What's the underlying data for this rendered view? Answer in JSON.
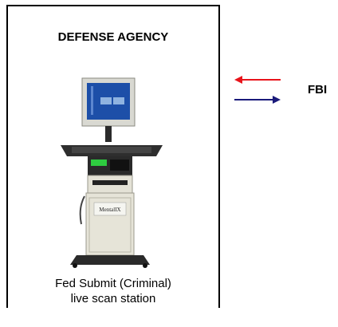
{
  "agency": {
    "title": "DEFENSE AGENCY",
    "caption_line1": "Fed Submit (Criminal)",
    "caption_line2": "live scan station",
    "kiosk_brand": "MentalIX"
  },
  "destination": {
    "label": "FBI"
  },
  "colors": {
    "arrow_in": "#e8141b",
    "arrow_out": "#1a1a7a"
  }
}
